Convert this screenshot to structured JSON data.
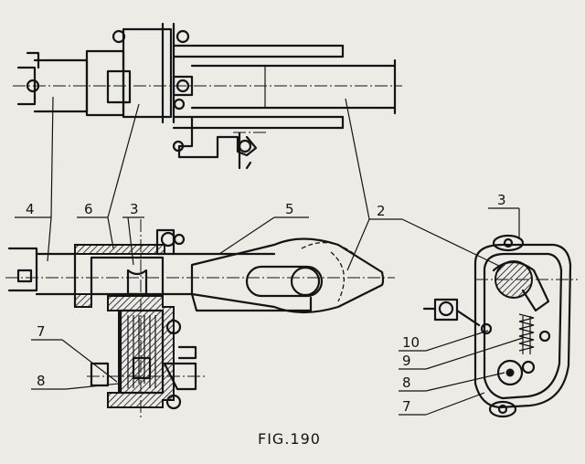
{
  "figure": {
    "caption": "FIG.190"
  },
  "labels": {
    "l4": "4",
    "l6": "6",
    "l3a": "3",
    "l5": "5",
    "l2": "2",
    "l3b": "3",
    "l7a": "7",
    "l8a": "8",
    "l10": "10",
    "l9": "9",
    "l8b": "8",
    "l7b": "7"
  }
}
